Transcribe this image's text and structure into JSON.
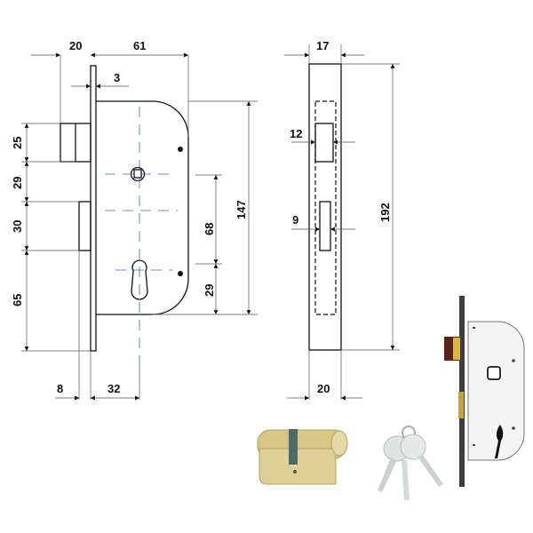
{
  "front_view": {
    "dims": {
      "backset_bolt": "20",
      "body_depth": "61",
      "faceplate": "3",
      "bolt_h": "25",
      "gap1": "29",
      "latch_h": "30",
      "bottom": "65",
      "latch_proj": "8",
      "backset": "32",
      "centers": "68",
      "cyl_offset": "29",
      "body_h": "147"
    }
  },
  "side_view": {
    "dims": {
      "top_width": "17",
      "slot1": "12",
      "slot2": "9",
      "height": "192",
      "bottom_width": "20"
    }
  },
  "colors": {
    "brass": "#c9b36a",
    "steel": "#eeeeee",
    "bolt_dark": "#5a2418"
  }
}
